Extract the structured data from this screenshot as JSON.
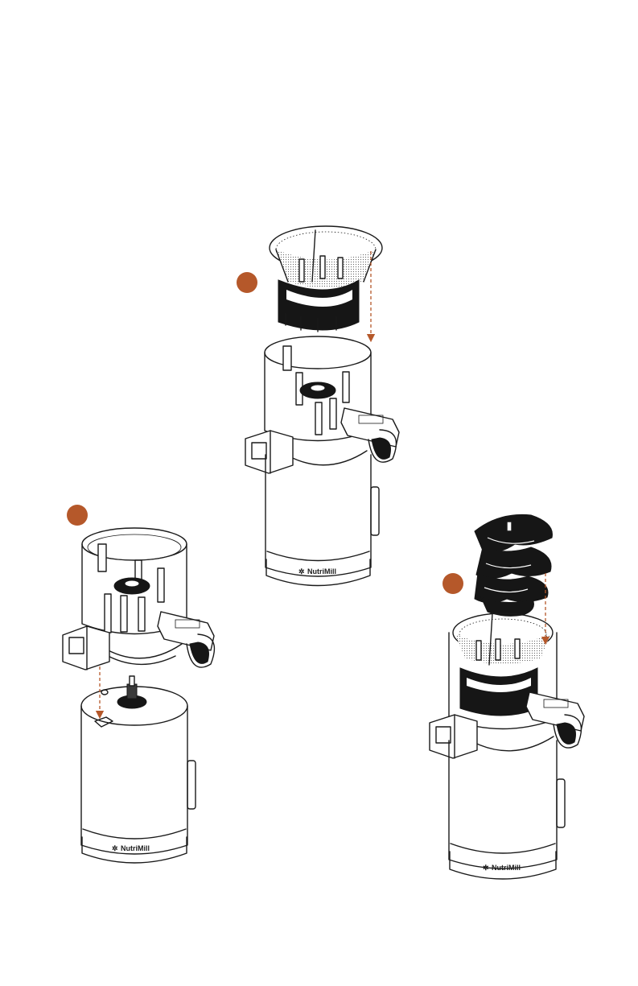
{
  "brand": {
    "name": "NutriMill"
  },
  "colors": {
    "accent": "#b5582a",
    "line": "#1a1a1a",
    "dark": "#161616"
  },
  "steps": [
    {
      "id": "step-1",
      "badge_color": "#b5582a"
    },
    {
      "id": "step-2",
      "badge_color": "#b5582a"
    },
    {
      "id": "step-3",
      "badge_color": "#b5582a"
    }
  ]
}
